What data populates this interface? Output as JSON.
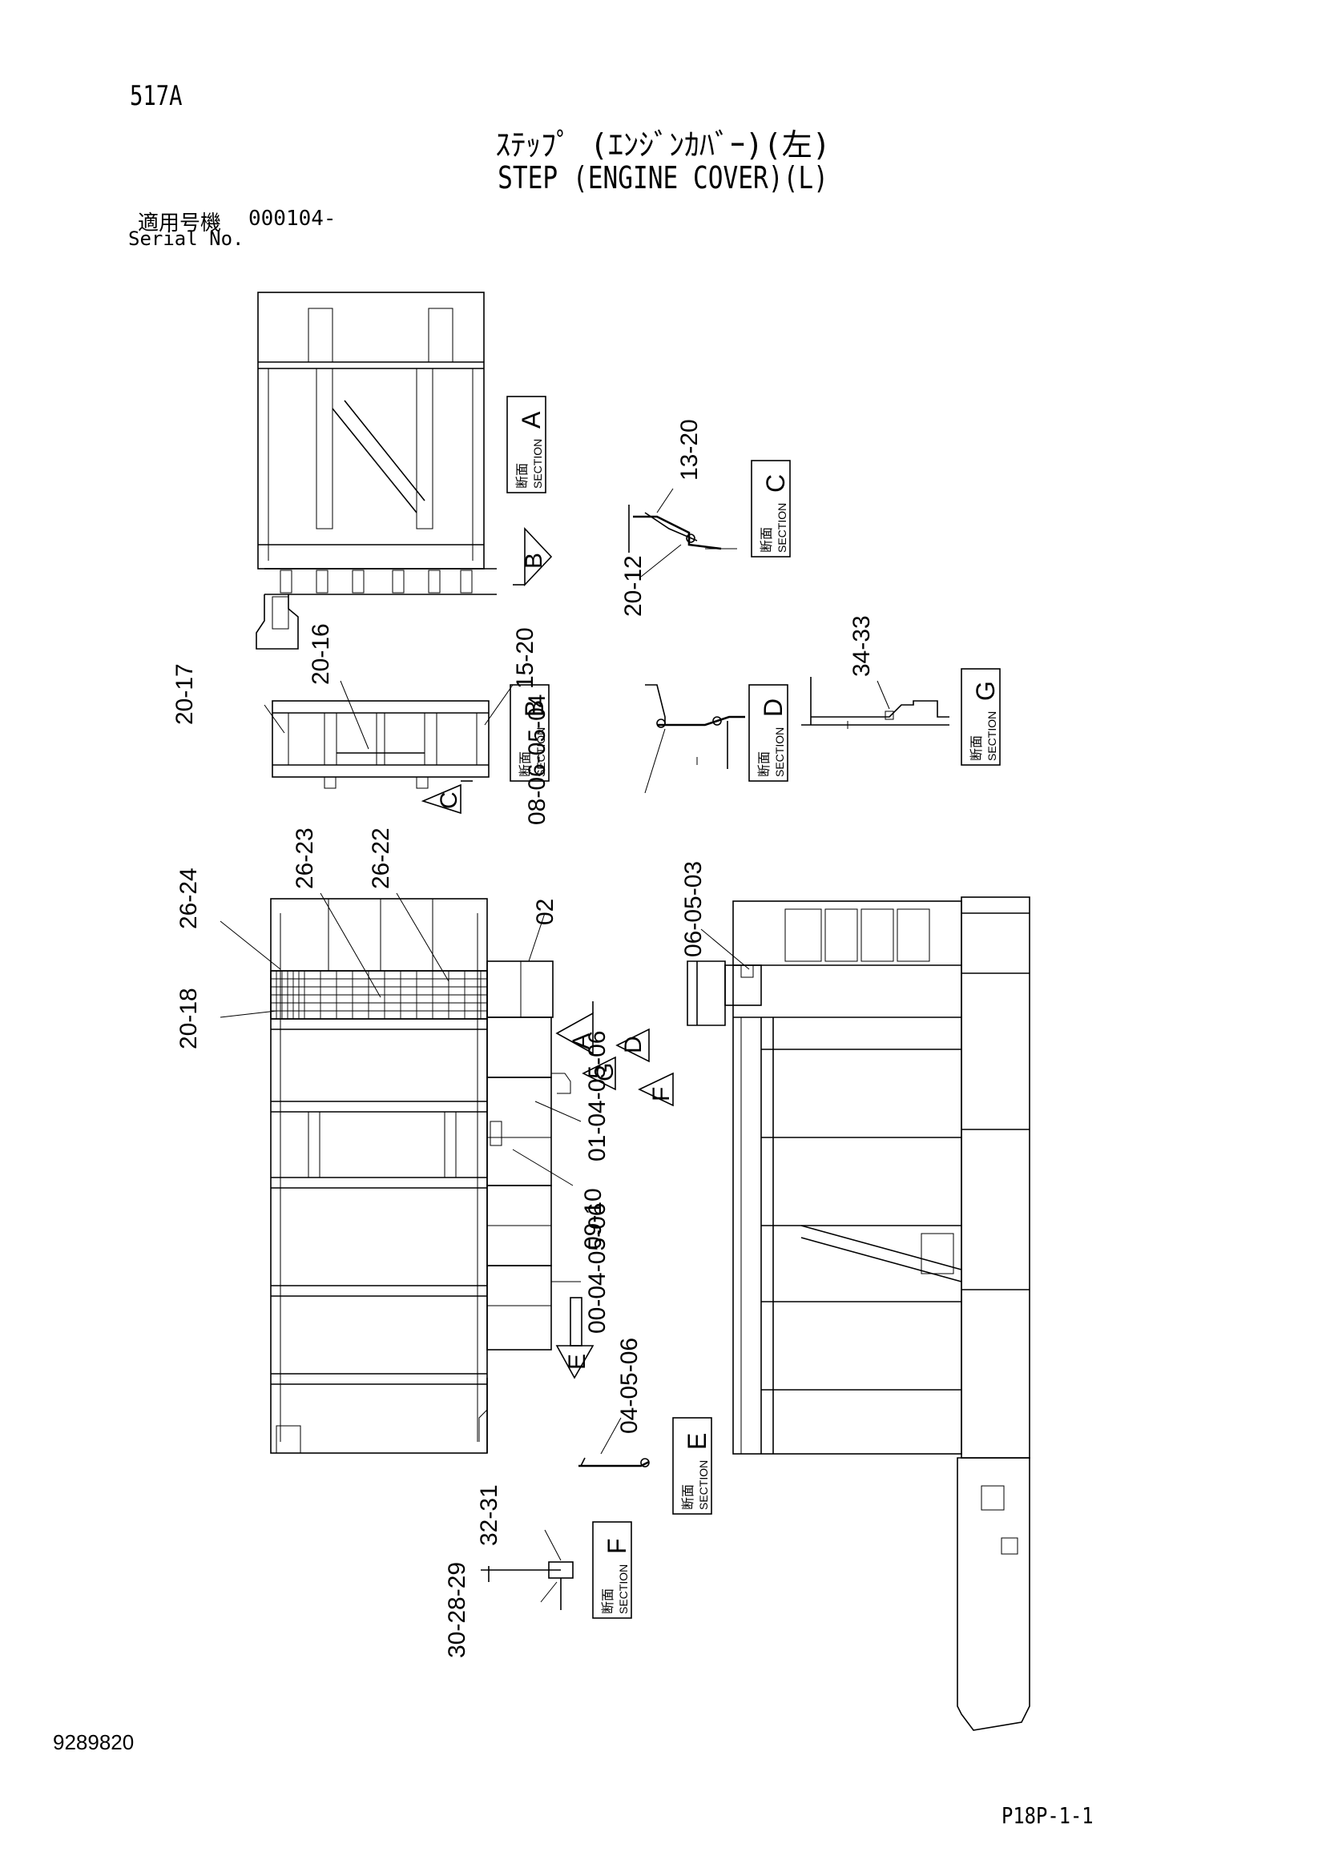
{
  "header": {
    "page_code": "517A",
    "title_jp": "ｽﾃｯﾌﾟ (ｴﾝｼﾞﾝｶﾊﾞｰ)(左)",
    "title_en": "STEP (ENGINE COVER)(L)",
    "serial_label_jp": "適用号機",
    "serial_value": "000104-",
    "serial_label_en": "Serial No."
  },
  "footer": {
    "drawing_number": "9289820",
    "page_ref": "P18P-1-1"
  },
  "sections": {
    "jp_word": "断面",
    "en_word": "SECTION",
    "letters": {
      "a": "A",
      "b": "B",
      "c": "C",
      "d": "D",
      "e": "E",
      "f": "F",
      "g": "G"
    }
  },
  "view_arrows": {
    "a": "A",
    "b": "B",
    "c": "C",
    "d": "D",
    "e": "E",
    "f": "F",
    "g": "G"
  },
  "callouts": {
    "c13_20": "13-20",
    "c20_12": "20-12",
    "c20_17": "20-17",
    "c20_16": "20-16",
    "c15_20": "15-20",
    "c08_06_05_04": "08-06-05-04",
    "c34_33": "34-33",
    "c26_23": "26-23",
    "c26_22": "26-22",
    "c26_24": "26-24",
    "c02": "02",
    "c20_18": "20-18",
    "c06_05_03": "06-05-03",
    "c01_04_05_06": "01-04-05-06",
    "c09_10": "09-10",
    "c00_04_05_06": "00-04-05-06",
    "c04_05_06": "04-05-06",
    "c32_31": "32-31",
    "c30_28_29": "30-28-29"
  }
}
